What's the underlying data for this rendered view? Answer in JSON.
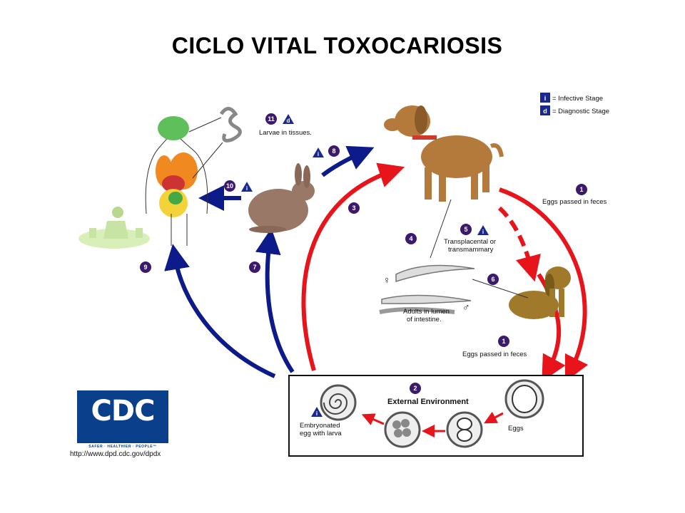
{
  "title": "CICLO VITAL TOXOCARIOSIS",
  "legend": {
    "infective": "= Infective Stage",
    "diagnostic": "= Diagnostic Stage",
    "infective_letter": "i",
    "diagnostic_letter": "d"
  },
  "steps": {
    "s1a": "1",
    "s1b": "1",
    "s2": "2",
    "s3": "3",
    "s4": "4",
    "s5": "5",
    "s6": "6",
    "s7": "7",
    "s8": "8",
    "s9": "9",
    "s10": "10",
    "s11": "11"
  },
  "labels": {
    "larvae": "Larvae in tissues.",
    "eggs_feces_top": "Eggs passed in feces",
    "eggs_feces_bottom": "Eggs passed in feces",
    "transplacental_1": "Transplacental or",
    "transplacental_2": "transmammary",
    "adults_1": "Adults in lumen",
    "adults_2": "of intestine.",
    "external_env": "External Environment",
    "embryonated_1": "Embryonated",
    "embryonated_2": "egg with larva",
    "eggs": "Eggs",
    "female_symbol": "♀",
    "male_symbol": "♂"
  },
  "cdc": {
    "logo_text": "CDC",
    "tagline": "SAFER · HEALTHIER · PEOPLE™",
    "url": "http://www.dpd.cdc.gov/dpdx"
  },
  "colors": {
    "red_arrow": "#e8141b",
    "blue_arrow": "#0c1a8a",
    "step_badge": "#3b1a6e",
    "stage_triangle": "#1a2a8c",
    "cdc_blue": "#0a3f8c"
  }
}
